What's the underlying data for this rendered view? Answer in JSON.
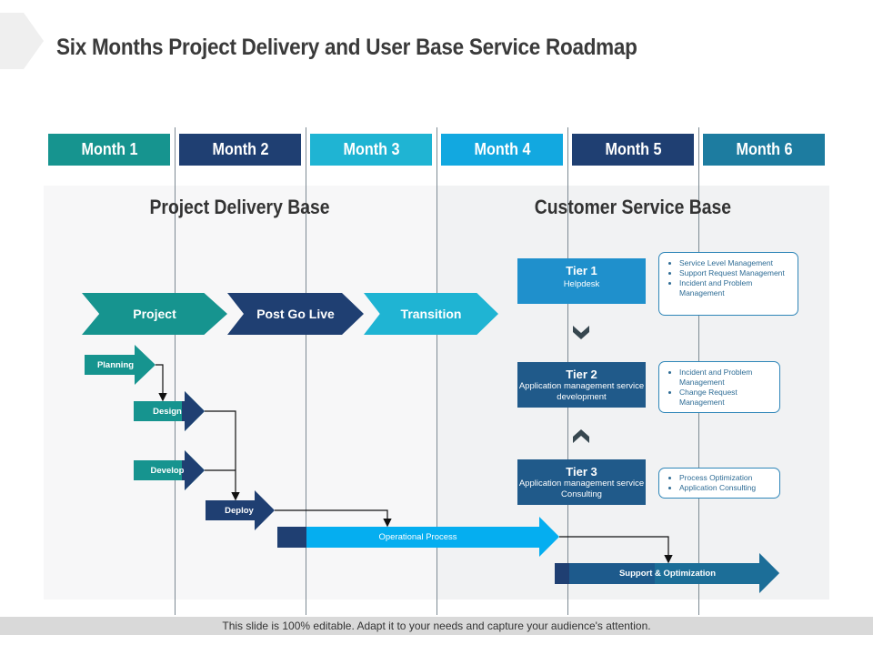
{
  "title": "Six Months Project Delivery and User Base Service Roadmap",
  "months": [
    "Month 1",
    "Month 2",
    "Month 3",
    "Month 4",
    "Month 5",
    "Month 6"
  ],
  "colors": {
    "teal": "#16948f",
    "navy": "#1f3f72",
    "cyan": "#1fb4d3",
    "sky": "#12a8e0",
    "steel": "#1d7ca0",
    "arrow_blue": "#05aef0"
  },
  "sections": {
    "left": "Project Delivery Base",
    "right": "Customer Service Base"
  },
  "phases": [
    "Project",
    "Post Go Live",
    "Transition"
  ],
  "steps": {
    "planning": "Planning",
    "design": "Design",
    "develop": "Develop",
    "deploy": "Deploy",
    "operational": "Operational Process",
    "support": "Support & Optimization"
  },
  "tiers": [
    {
      "title": "Tier 1",
      "subtitle": "Helpdesk",
      "bullets": [
        "Service Level Management",
        "Support Request Management",
        "Incident and Problem Management"
      ]
    },
    {
      "title": "Tier 2",
      "subtitle": "Application management service development",
      "bullets": [
        "Incident and Problem Management",
        "Change Request Management"
      ]
    },
    {
      "title": "Tier 3",
      "subtitle": "Application management service Consulting",
      "bullets": [
        "Process Optimization",
        "Application Consulting"
      ]
    }
  ],
  "icons": {
    "down": "double-chevron-down-icon",
    "up": "double-chevron-up-icon"
  },
  "footer": "This slide is 100% editable. Adapt it to your needs and capture your audience's attention."
}
